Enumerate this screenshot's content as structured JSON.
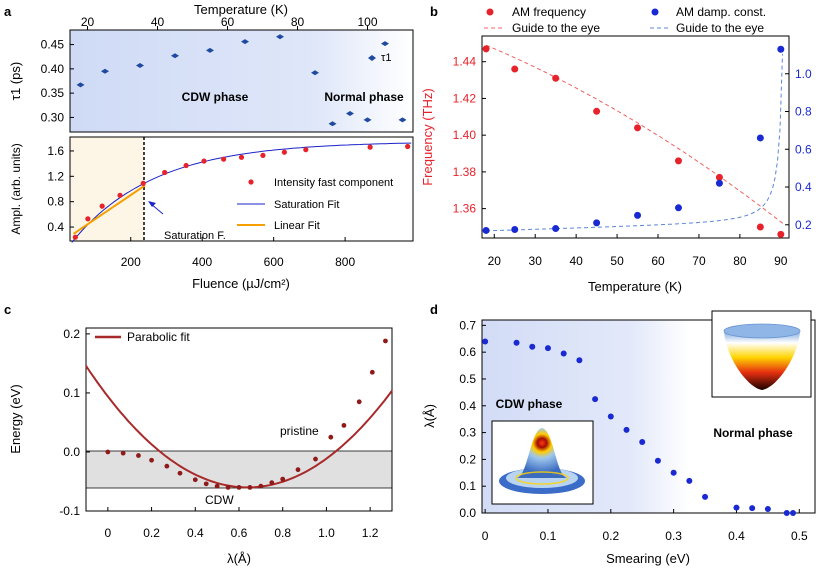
{
  "panels": [
    {
      "label": "a",
      "top_chart": {
        "type": "scatter",
        "top_xlabel": "Temperature (K)",
        "top_xticks": [
          20,
          40,
          60,
          80,
          100
        ],
        "ylabel": "τ1 (ps)",
        "yticks": [
          "0.30",
          "0.35",
          "0.40",
          "0.45"
        ],
        "ylim": [
          0.27,
          0.48
        ],
        "xlim": [
          15,
          113
        ],
        "series_label": "τ1",
        "phase_labels": [
          "CDW phase",
          "Normal phase"
        ],
        "x": [
          18,
          25,
          35,
          45,
          55,
          65,
          75,
          85,
          90,
          95,
          100,
          105,
          110
        ],
        "y": [
          0.367,
          0.395,
          0.407,
          0.427,
          0.438,
          0.456,
          0.466,
          0.392,
          0.287,
          0.308,
          0.295,
          0.452,
          0.295
        ]
      },
      "bottom_chart": {
        "type": "scatter",
        "xlabel": "Fluence (µJ/cm²)",
        "xticks": [
          200,
          400,
          600,
          800
        ],
        "ylabel": "Ampl. (arb. units)",
        "yticks": [
          "0.4",
          "0.8",
          "1.2",
          "1.6"
        ],
        "xlim": [
          30,
          990
        ],
        "ylim": [
          0.18,
          1.82
        ],
        "legend": [
          "Intensity fast component",
          "Saturation Fit",
          "Linear Fit"
        ],
        "annotation": "Saturation F.",
        "saturation_fluence": 240,
        "x": [
          45,
          80,
          120,
          170,
          235,
          295,
          355,
          405,
          460,
          510,
          570,
          630,
          690,
          870,
          975
        ],
        "y": [
          0.24,
          0.53,
          0.73,
          0.9,
          1.09,
          1.26,
          1.37,
          1.44,
          1.47,
          1.5,
          1.53,
          1.58,
          1.62,
          1.66,
          1.67
        ]
      }
    },
    {
      "label": "b",
      "chart": {
        "type": "scatter",
        "xlabel": "Temperature (K)",
        "xticks": [
          20,
          30,
          40,
          50,
          60,
          70,
          80,
          90
        ],
        "xlim": [
          17,
          92
        ],
        "ylabel_left": "Frequency (THz)",
        "yticks_left": [
          "1.36",
          "1.38",
          "1.40",
          "1.42",
          "1.44"
        ],
        "ylim_left": [
          1.344,
          1.454
        ],
        "yticks_right": [
          "0.2",
          "0.4",
          "0.6",
          "0.8",
          "1.0"
        ],
        "ylim_right": [
          0.13,
          1.2
        ],
        "legend": [
          "AM frequency",
          "Guide to the eye",
          "AM damp.  const.",
          "Guide to the eye"
        ],
        "series": [
          {
            "name": "AM frequency",
            "color": "#e8222a",
            "x": [
              18,
              25,
              35,
              45,
              55,
              65,
              75,
              85,
              90
            ],
            "y": [
              1.447,
              1.436,
              1.431,
              1.413,
              1.404,
              1.386,
              1.377,
              1.35,
              1.346
            ]
          },
          {
            "name": "AM damp.  const.",
            "color": "#1a2ad2",
            "x": [
              18,
              25,
              35,
              45,
              55,
              65,
              75,
              85,
              90
            ],
            "y": [
              0.17,
              0.175,
              0.18,
              0.21,
              0.25,
              0.29,
              0.42,
              0.66,
              1.13
            ]
          }
        ]
      }
    },
    {
      "label": "c",
      "chart": {
        "type": "scatter",
        "xlabel": "λ(Å)",
        "xticks": [
          "0",
          "0.2",
          "0.4",
          "0.6",
          "0.8",
          "1.0",
          "1.2"
        ],
        "xlim": [
          -0.1,
          1.3
        ],
        "ylabel": "Energy (eV)",
        "yticks": [
          "-0.1",
          "0.0",
          "0.1",
          "0.2"
        ],
        "ylim": [
          -0.1,
          0.21
        ],
        "legend": [
          "Parabolic fit"
        ],
        "annotations": [
          "pristine",
          "CDW"
        ],
        "cdw_energy": -0.06,
        "x": [
          0,
          0.07,
          0.14,
          0.2,
          0.27,
          0.33,
          0.4,
          0.45,
          0.5,
          0.55,
          0.6,
          0.65,
          0.7,
          0.75,
          0.8,
          0.87,
          0.95,
          1.02,
          1.08,
          1.15,
          1.21,
          1.27
        ],
        "y": [
          0.0,
          -0.002,
          -0.006,
          -0.014,
          -0.024,
          -0.036,
          -0.047,
          -0.054,
          -0.058,
          -0.06,
          -0.06,
          -0.06,
          -0.058,
          -0.052,
          -0.046,
          -0.03,
          -0.012,
          0.025,
          0.045,
          0.085,
          0.135,
          0.188
        ]
      }
    },
    {
      "label": "d",
      "chart": {
        "type": "scatter",
        "xlabel": "Smearing (eV)",
        "xticks": [
          "0",
          "0.1",
          "0.2",
          "0.3",
          "0.4",
          "0.5"
        ],
        "xlim": [
          -0.005,
          0.525
        ],
        "ylabel": "λ(Å)",
        "yticks": [
          "0.0",
          "0.1",
          "0.2",
          "0.3",
          "0.4",
          "0.5",
          "0.6",
          "0.7"
        ],
        "ylim": [
          0,
          0.72
        ],
        "phase_labels": [
          "CDW phase",
          "Normal phase"
        ],
        "x": [
          0,
          0.05,
          0.075,
          0.1,
          0.125,
          0.15,
          0.175,
          0.2,
          0.225,
          0.25,
          0.275,
          0.3,
          0.325,
          0.35,
          0.4,
          0.425,
          0.45,
          0.48,
          0.49
        ],
        "y": [
          0.64,
          0.635,
          0.62,
          0.615,
          0.595,
          0.57,
          0.425,
          0.36,
          0.31,
          0.265,
          0.195,
          0.15,
          0.12,
          0.06,
          0.02,
          0.018,
          0.015,
          0.0,
          0.0
        ]
      }
    }
  ]
}
